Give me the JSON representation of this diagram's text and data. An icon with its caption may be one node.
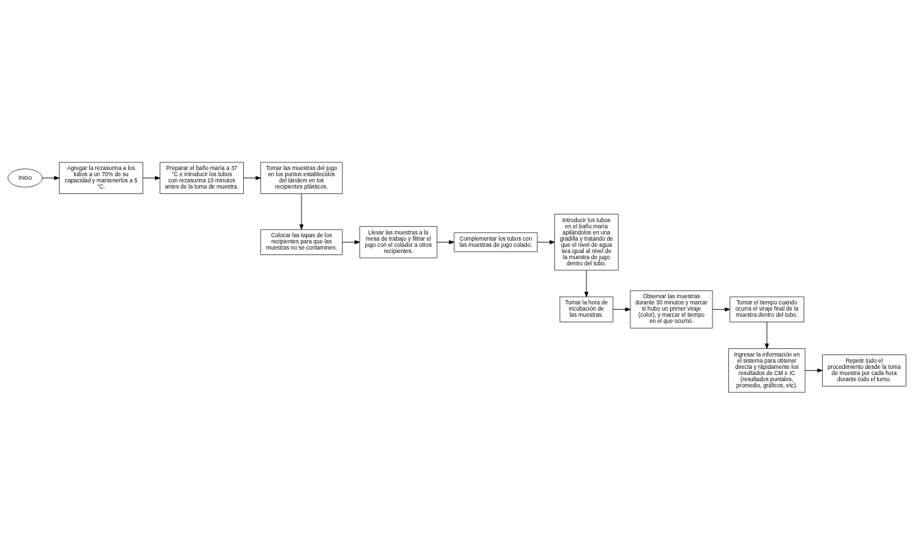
{
  "diagram": {
    "nodes": [
      {
        "text": [
          "Inicio"
        ]
      },
      {
        "text": [
          "Agregar la rezasurina a los tubos a un 70% de su capacidad y mantenerlos a 5 °C."
        ]
      },
      {
        "text": [
          "Preparar el baño maría a 37 °C e introducir los tubos con rezasurina 10 minutos antes de la toma de muestra."
        ]
      },
      {
        "text": [
          "Tomar las muestras del jugo en los puntos establecidos del tándem en los recipientes plásticos."
        ]
      },
      {
        "text": [
          "Colocar las tapas de los recipientes para que las muestras no se contaminen."
        ]
      },
      {
        "text": [
          "Llevar las muestras a la mesa de trabajo y filtrar el jugo con el colador a otros recipientes."
        ]
      },
      {
        "text": [
          "Complementar los tubos con las muestras de jugo colado."
        ]
      },
      {
        "text": [
          "Introducir los tubos en el baño maría apilándolos en una gradilla y tratando de que el nivel de agua sea igual al nivel de la muestra de jugo dentro del tubo."
        ]
      },
      {
        "text": [
          "Tomar la hora de incubación de las muestras."
        ]
      },
      {
        "text": [
          "Observar las muestras durante 30 minutos y marcar si hubo un primer viraje (color), y marcar el tiempo en el que ocurrió."
        ]
      },
      {
        "text": [
          "Tomar el tiempo cuando ocurra el viraje final de la muestra dentro del tubo."
        ]
      },
      {
        "text": [
          "Ingresar la información en el sistema para obtener directa y rápidamente los resultados de CM e IC (resultados puntales, promedio, gráficos, etc)."
        ]
      },
      {
        "text": [
          "Repetir todo el procedimiento desde la toma de muestra por cada hora durante todo el turno."
        ]
      }
    ],
    "edges": [
      {
        "from": 0,
        "to": 1,
        "arrow": "to"
      },
      {
        "from": 1,
        "to": 2,
        "arrow": "to"
      },
      {
        "from": 2,
        "to": 3,
        "arrow": "to"
      },
      {
        "from": 3,
        "to": 4,
        "arrow": "to"
      },
      {
        "from": 4,
        "to": 5,
        "arrow": "to"
      },
      {
        "from": 5,
        "to": 6,
        "arrow": "to"
      },
      {
        "from": 6,
        "to": 7,
        "arrow": "to"
      },
      {
        "from": 7,
        "to": 8,
        "arrow": "to"
      },
      {
        "from": 8,
        "to": 9,
        "arrow": "to"
      },
      {
        "from": 9,
        "to": 10,
        "arrow": "to"
      },
      {
        "from": 10,
        "to": 11,
        "arrow": "to"
      },
      {
        "from": 11,
        "to": 12,
        "arrow": "to"
      }
    ]
  }
}
